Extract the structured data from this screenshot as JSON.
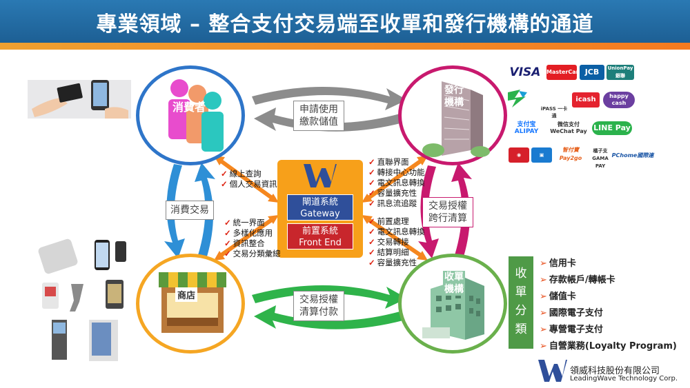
{
  "title": "專業領域 – 整合支付交易端至收單和發行機構的通道",
  "nodes": {
    "consumer": "消費者",
    "issuer": "發行\n機構",
    "merchant": "商店",
    "acquirer": "收單\n機構"
  },
  "flows": {
    "top": "申請使用\n繳款儲值",
    "left": "消費交易",
    "right": "交易授權\n跨行清算",
    "bottom": "交易授權\n清算付款"
  },
  "gateway": {
    "gateway_label": "閘道系統\nGateway",
    "frontend_label": "前置系統\nFront End"
  },
  "features": {
    "consumer_side": [
      "線上查詢",
      "個人交易資訊"
    ],
    "merchant_side": [
      "統一界面",
      "多樣化應用",
      "資訊整合",
      "交易分類彙總"
    ],
    "issuer_side": [
      "直聯界面",
      "轉接中心功能",
      "電文訊息轉換",
      "容量擴充性",
      "訊息流追蹤"
    ],
    "acquirer_side": [
      "前置處理",
      "電文訊息轉換",
      "交易轉接",
      "結算明細",
      "容量擴充性"
    ]
  },
  "classification": {
    "title": "收\n單\n分\n類",
    "items": [
      "信用卡",
      "存款帳戶/轉帳卡",
      "儲值卡",
      "國際電子支付",
      "專營電子支付",
      "自營業務(Loyalty Program)"
    ]
  },
  "brand_logos": [
    "VISA",
    "MasterCard",
    "JCB",
    "UnionPay 銀聯",
    "iPASS 一卡通",
    "icash",
    "happy cash",
    "支付宝 ALIPAY",
    "微信支付 WeChat Pay",
    "LINE Pay",
    "智付寶 Pay2go",
    "橘子支 GAMA PAY",
    "PChome國際連"
  ],
  "company": {
    "name_cn": "領威科技股份有限公司",
    "name_en": "LeadingWave Technology Corp."
  },
  "colors": {
    "consumer_ring": "#2e75c9",
    "issuer_ring": "#c8196e",
    "merchant_ring": "#f5a623",
    "acquirer_ring": "#6ab04c",
    "banner": "#1d5f94",
    "accent": "#f7a01a"
  }
}
